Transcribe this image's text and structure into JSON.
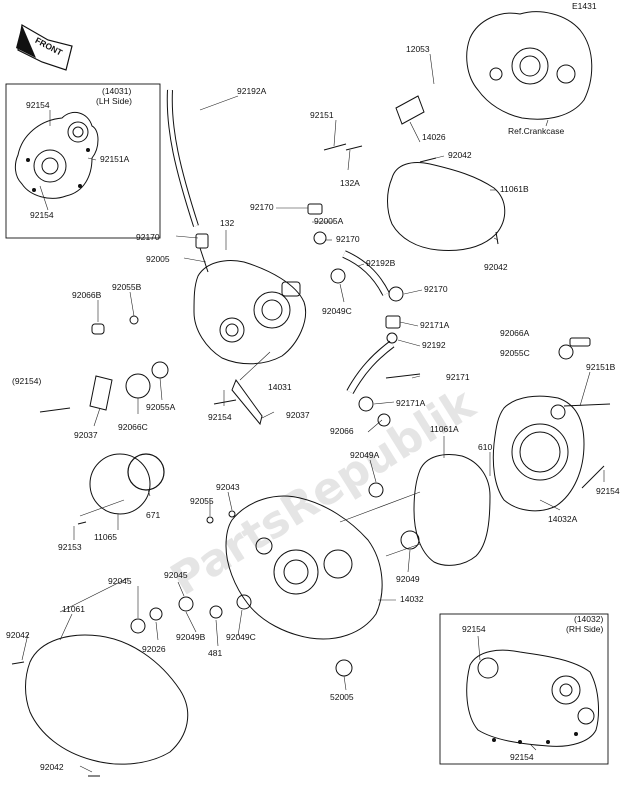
{
  "diagram_code": "E1431",
  "front_label": "FRONT",
  "watermark": "PartsRepublik",
  "insets": {
    "lh": {
      "part": "(14031)",
      "side": "(LH Side)"
    },
    "rh": {
      "part": "(14032)",
      "side": "(RH Side)"
    }
  },
  "labels": {
    "p12053": "12053",
    "p92192A": "92192A",
    "p92151": "92151",
    "p14026": "14026",
    "ref_crankcase": "Ref.Crankcase",
    "p92042_top": "92042",
    "p132A": "132A",
    "p11061B": "11061B",
    "p92154_lh_top": "92154",
    "p92151A": "92151A",
    "p92154_lh_bottom": "92154",
    "p92170_a": "92170",
    "p92005A": "92005A",
    "p132": "132",
    "p92170_b": "92170",
    "p92170_c": "92170",
    "p92005": "92005",
    "p92192B": "92192B",
    "p92042_mid": "92042",
    "p92055B": "92055B",
    "p92170_d": "92170",
    "p92066B": "92066B",
    "p92049C_top": "92049C",
    "p92171A_top": "92171A",
    "p92066A": "92066A",
    "p92192": "92192",
    "p92055C": "92055C",
    "p92154_left": "(92154)",
    "p14031": "14031",
    "p92171": "92171",
    "p92151B": "92151B",
    "p92055A": "92055A",
    "p92154_mid": "92154",
    "p92037_a": "92037",
    "p92171A_bottom": "92171A",
    "p92037_b": "92037",
    "p92066C": "92066C",
    "p92066": "92066",
    "p11061A": "11061A",
    "p610": "610",
    "p92049A": "92049A",
    "p92043": "92043",
    "p92154_right": "92154",
    "p92055": "92055",
    "p671": "671",
    "p14032A": "14032A",
    "p92153": "92153",
    "p11065": "11065",
    "p92049_right": "92049",
    "p92045_a": "92045",
    "p92045_b": "92045",
    "p14032": "14032",
    "p11061": "11061",
    "p92042_bl": "92042",
    "p92026": "92026",
    "p92049B": "92049B",
    "p92049C_bottom": "92049C",
    "p481": "481",
    "p52005": "52005",
    "p92154_rh_top": "92154",
    "p92042_bottom": "92042",
    "p92154_rh_bottom": "92154"
  }
}
